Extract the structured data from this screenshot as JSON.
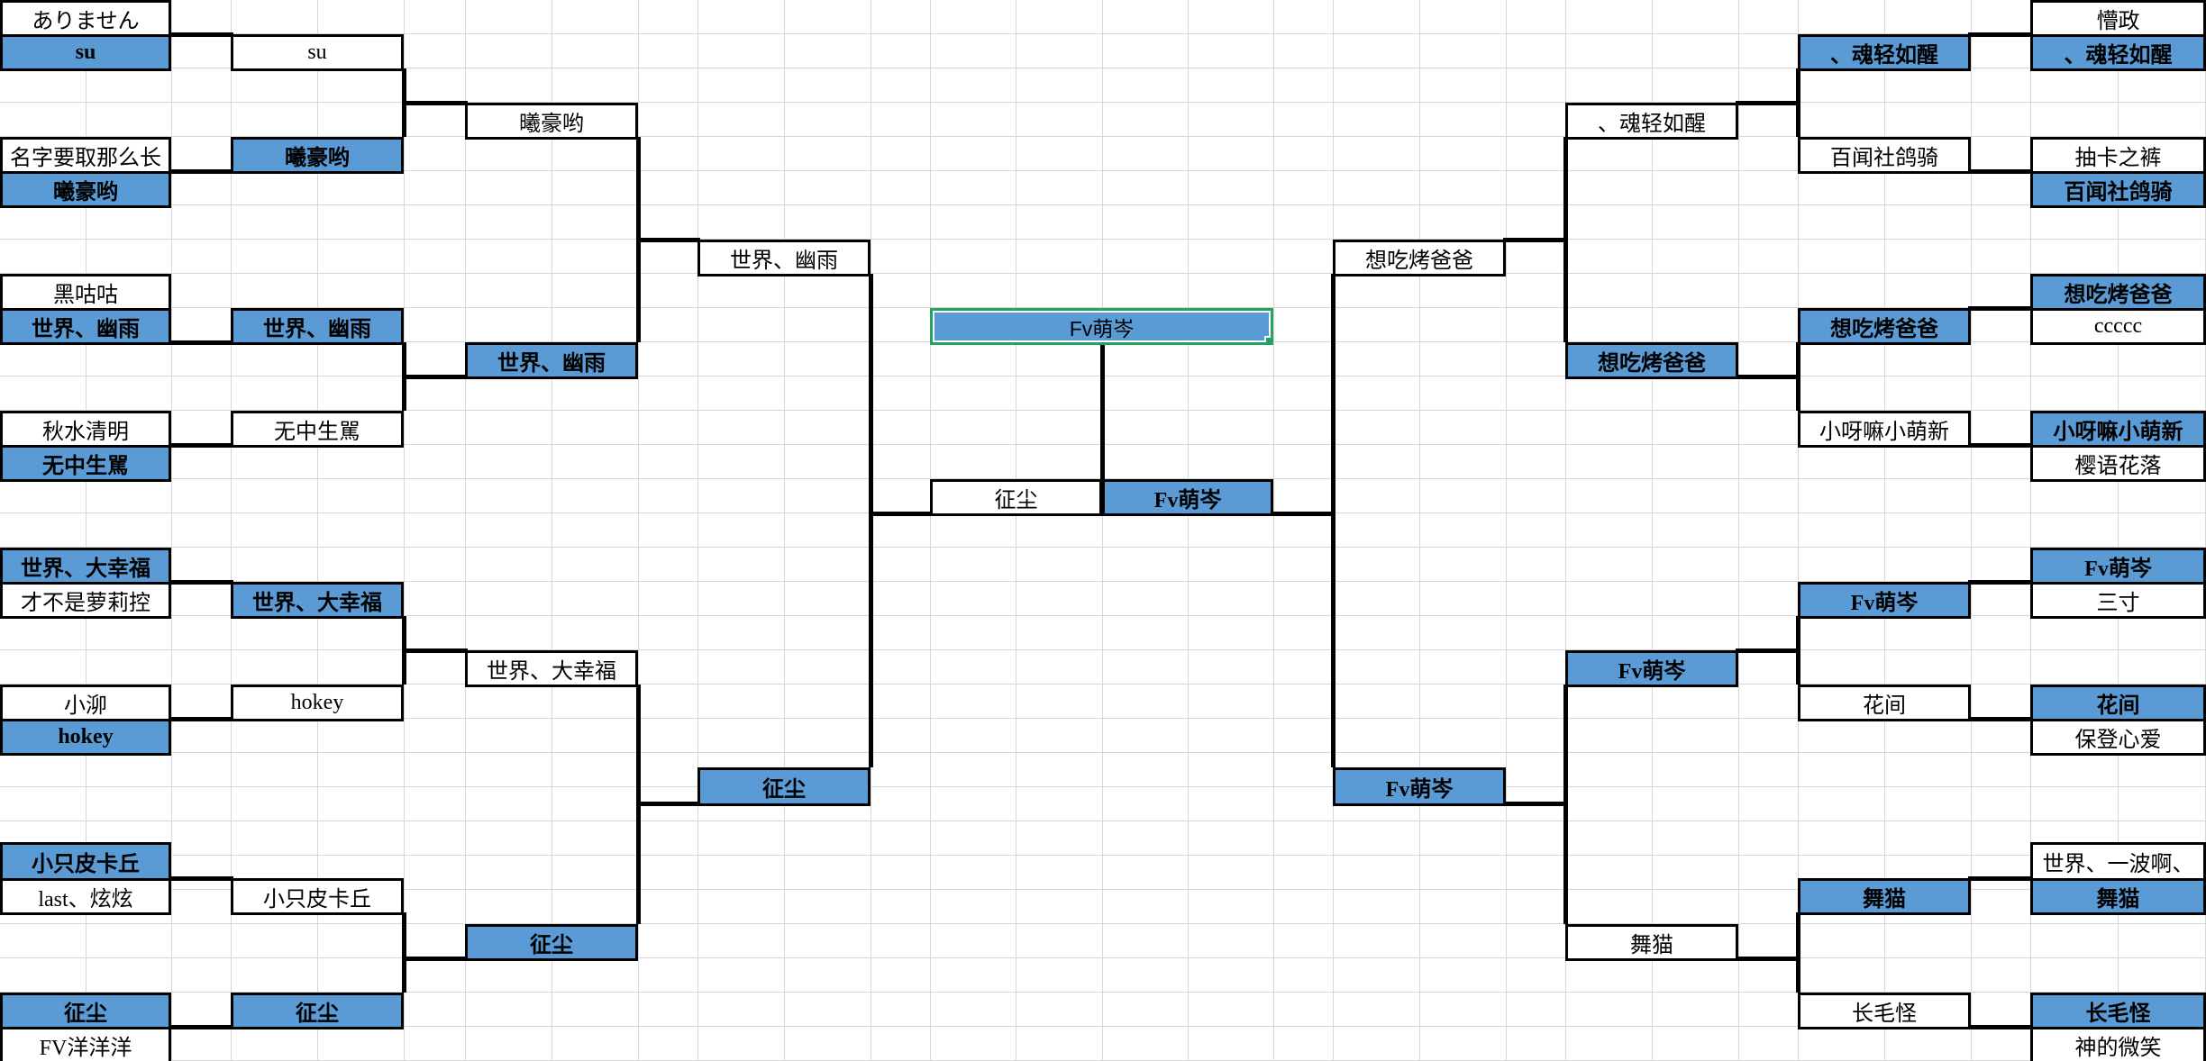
{
  "colors": {
    "winner_fill": "#5b9bd5",
    "cell_border": "#000000",
    "connector_line": "#000000",
    "gridline": "#d6d6d6",
    "selection_green": "#21a366",
    "background": "#ffffff"
  },
  "bracket": {
    "champion": {
      "ref": "I10",
      "text": "Fv萌岑"
    },
    "cells": [
      {
        "ref": "A1",
        "text": "ありません",
        "fill": "white",
        "bold": false
      },
      {
        "ref": "A2",
        "text": "su",
        "fill": "blue",
        "bold": true
      },
      {
        "ref": "A5",
        "text": "名字要取那么长",
        "fill": "white",
        "bold": false
      },
      {
        "ref": "A6",
        "text": "曦豪哟",
        "fill": "blue",
        "bold": true
      },
      {
        "ref": "A9",
        "text": "黑咕咕",
        "fill": "white",
        "bold": false
      },
      {
        "ref": "A10",
        "text": "世界、幽雨",
        "fill": "blue",
        "bold": true
      },
      {
        "ref": "A13",
        "text": "秋水清明",
        "fill": "white",
        "bold": false
      },
      {
        "ref": "A14",
        "text": "无中生駡",
        "fill": "blue",
        "bold": true
      },
      {
        "ref": "A17",
        "text": "世界、大幸福",
        "fill": "blue",
        "bold": true
      },
      {
        "ref": "A18",
        "text": "才不是萝莉控",
        "fill": "white",
        "bold": false
      },
      {
        "ref": "A21",
        "text": "小泖",
        "fill": "white",
        "bold": false
      },
      {
        "ref": "A22",
        "text": "hokey",
        "fill": "blue",
        "bold": true
      },
      {
        "ref": "A26",
        "text": "小只皮卡丘",
        "fill": "blue",
        "bold": true
      },
      {
        "ref": "A27",
        "text": "last、炫炫",
        "fill": "white",
        "bold": false
      },
      {
        "ref": "A30",
        "text": "征尘",
        "fill": "blue",
        "bold": true
      },
      {
        "ref": "A31",
        "text": "FV洋洋洋",
        "fill": "white",
        "bold": false
      },
      {
        "ref": "C2",
        "text": "su",
        "fill": "white",
        "bold": false
      },
      {
        "ref": "C5",
        "text": "曦豪哟",
        "fill": "blue",
        "bold": true
      },
      {
        "ref": "C10",
        "text": "世界、幽雨",
        "fill": "blue",
        "bold": true
      },
      {
        "ref": "C13",
        "text": "无中生駡",
        "fill": "white",
        "bold": false
      },
      {
        "ref": "C18",
        "text": "世界、大幸福",
        "fill": "blue",
        "bold": true
      },
      {
        "ref": "C21",
        "text": "hokey",
        "fill": "white",
        "bold": false
      },
      {
        "ref": "C27",
        "text": "小只皮卡丘",
        "fill": "white",
        "bold": false
      },
      {
        "ref": "C30",
        "text": "征尘",
        "fill": "blue",
        "bold": true
      },
      {
        "ref": "E4",
        "text": "曦豪哟",
        "fill": "white",
        "bold": false
      },
      {
        "ref": "E11",
        "text": "世界、幽雨",
        "fill": "blue",
        "bold": true
      },
      {
        "ref": "E20",
        "text": "世界、大幸福",
        "fill": "white",
        "bold": false
      },
      {
        "ref": "E28",
        "text": "征尘",
        "fill": "blue",
        "bold": true
      },
      {
        "ref": "G8",
        "text": "世界、幽雨",
        "fill": "white",
        "bold": false
      },
      {
        "ref": "G23",
        "text": "征尘",
        "fill": "blue",
        "bold": true
      },
      {
        "ref": "I15",
        "text": "征尘",
        "fill": "white",
        "bold": false
      },
      {
        "ref": "J15",
        "text": "Fv萌岑",
        "fill": "blue",
        "bold": true
      },
      {
        "ref": "I10",
        "text": "Fv萌岑",
        "fill": "blue",
        "bold": false,
        "span": 2,
        "selected": true,
        "font": "sans"
      },
      {
        "ref": "L8",
        "text": "想吃烤爸爸",
        "fill": "white",
        "bold": false
      },
      {
        "ref": "L23",
        "text": "Fv萌岑",
        "fill": "blue",
        "bold": true
      },
      {
        "ref": "N4",
        "text": "、魂轻如醒",
        "fill": "white",
        "bold": false
      },
      {
        "ref": "N11",
        "text": "想吃烤爸爸",
        "fill": "blue",
        "bold": true
      },
      {
        "ref": "N20",
        "text": "Fv萌岑",
        "fill": "blue",
        "bold": true
      },
      {
        "ref": "N28",
        "text": "舞猫",
        "fill": "white",
        "bold": false
      },
      {
        "ref": "P2",
        "text": "、魂轻如醒",
        "fill": "blue",
        "bold": true
      },
      {
        "ref": "P5",
        "text": "百闻社鸽骑",
        "fill": "white",
        "bold": false
      },
      {
        "ref": "P10",
        "text": "想吃烤爸爸",
        "fill": "blue",
        "bold": true
      },
      {
        "ref": "P13",
        "text": "小呀嘛小萌新",
        "fill": "white",
        "bold": false
      },
      {
        "ref": "P18",
        "text": "Fv萌岑",
        "fill": "blue",
        "bold": true
      },
      {
        "ref": "P21",
        "text": "花间",
        "fill": "white",
        "bold": false
      },
      {
        "ref": "P27",
        "text": "舞猫",
        "fill": "blue",
        "bold": true
      },
      {
        "ref": "P30",
        "text": "长毛怪",
        "fill": "white",
        "bold": false
      },
      {
        "ref": "R1",
        "text": "懵政",
        "fill": "white",
        "bold": false
      },
      {
        "ref": "R2",
        "text": "、魂轻如醒",
        "fill": "blue",
        "bold": true
      },
      {
        "ref": "R5",
        "text": "抽卡之裤",
        "fill": "white",
        "bold": false
      },
      {
        "ref": "R6",
        "text": "百闻社鸽骑",
        "fill": "blue",
        "bold": true
      },
      {
        "ref": "R9",
        "text": "想吃烤爸爸",
        "fill": "blue",
        "bold": true
      },
      {
        "ref": "R10",
        "text": "ccccc",
        "fill": "white",
        "bold": false
      },
      {
        "ref": "R13",
        "text": "小呀嘛小萌新",
        "fill": "blue",
        "bold": true
      },
      {
        "ref": "R14",
        "text": "樱语花落",
        "fill": "white",
        "bold": false
      },
      {
        "ref": "R17",
        "text": "Fv萌岑",
        "fill": "blue",
        "bold": true
      },
      {
        "ref": "R18",
        "text": "三寸",
        "fill": "white",
        "bold": false
      },
      {
        "ref": "R21",
        "text": "花间",
        "fill": "blue",
        "bold": true
      },
      {
        "ref": "R22",
        "text": "保登心爱",
        "fill": "white",
        "bold": false
      },
      {
        "ref": "R26",
        "text": "世界、一波啊、",
        "fill": "white",
        "bold": false
      },
      {
        "ref": "R27",
        "text": "舞猫",
        "fill": "blue",
        "bold": true
      },
      {
        "ref": "R30",
        "text": "长毛怪",
        "fill": "blue",
        "bold": true
      },
      {
        "ref": "R31",
        "text": "神的微笑",
        "fill": "white",
        "bold": false
      }
    ]
  }
}
